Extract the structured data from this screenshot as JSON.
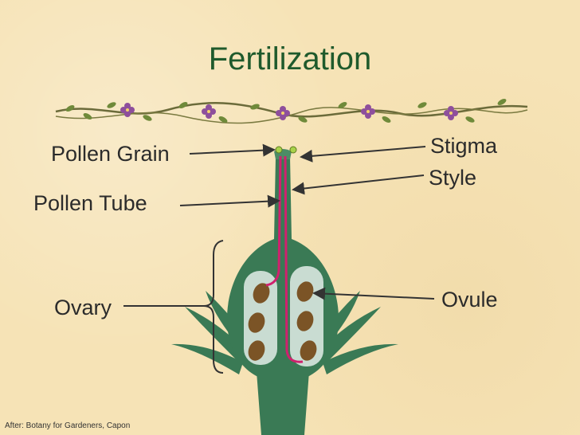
{
  "slide": {
    "title": "Fertilization",
    "credit": "After: Botany for Gardeners, Capon"
  },
  "labels": {
    "pollen_grain": "Pollen Grain",
    "pollen_tube": "Pollen Tube",
    "ovary": "Ovary",
    "stigma": "Stigma",
    "style": "Style",
    "ovule": "Ovule"
  },
  "colors": {
    "title": "#1f5a2c",
    "plant_green": "#3a7a55",
    "ovary_chamber": "#c9dcd2",
    "ovule_brown": "#7b5426",
    "pollen_tube": "#d0216e",
    "pollen_grain": "#a8d24a",
    "vine_flower": "#8e4f9c",
    "background": "#f6e3b6"
  }
}
